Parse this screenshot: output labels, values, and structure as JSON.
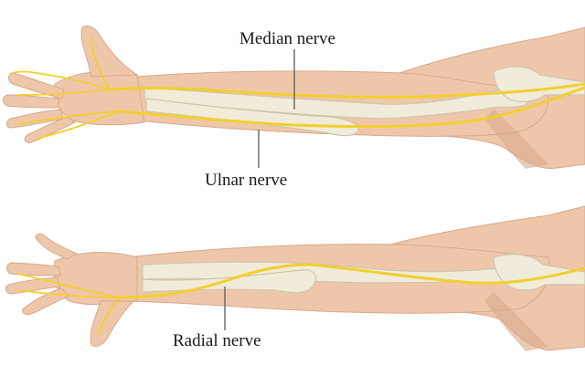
{
  "labels": {
    "median": "Median nerve",
    "ulnar": "Ulnar nerve",
    "radial": "Radial nerve"
  },
  "colors": {
    "skin": "#eec7aa",
    "skin_shadow": "#d9a88a",
    "bone": "#f1ebd9",
    "bone_shadow": "#cfc6ad",
    "nerve": "#f3cf2e",
    "nerve_outline": "#b8920f",
    "leader": "#5a5a5a"
  }
}
